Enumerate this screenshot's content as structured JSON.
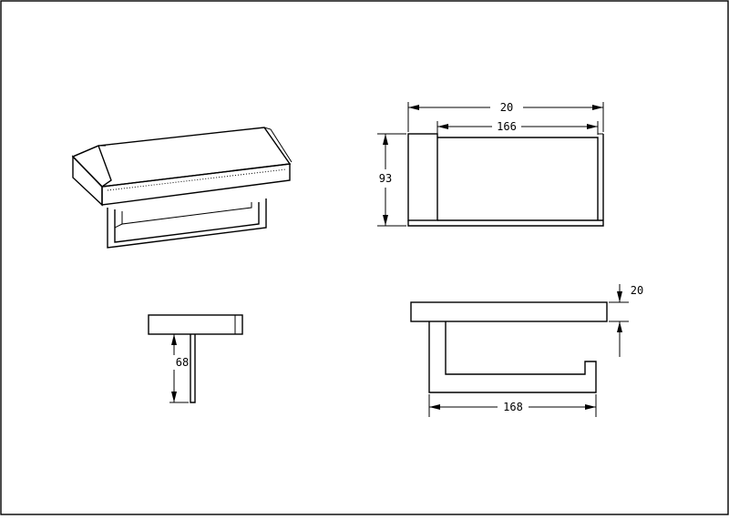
{
  "drawing": {
    "dimensions": {
      "top_overall_width": "20",
      "top_inner_width": "166",
      "top_height": "93",
      "side_height": "68",
      "front_thickness": "20",
      "front_width": "168"
    }
  }
}
